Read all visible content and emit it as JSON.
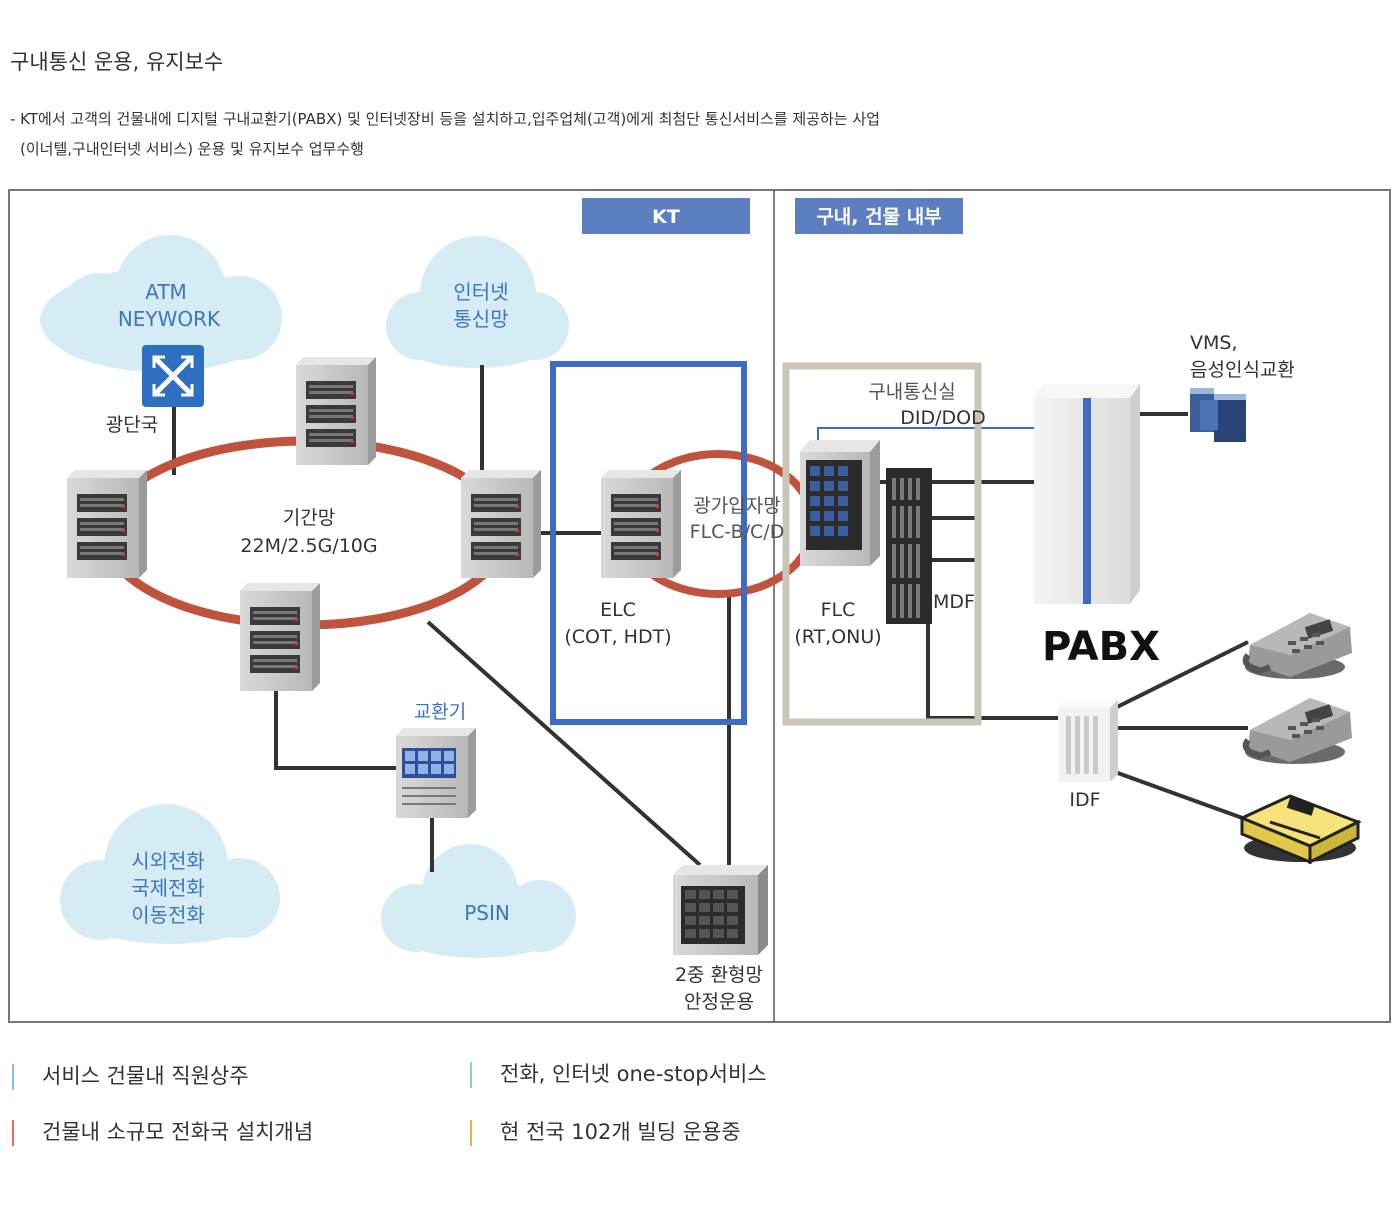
{
  "header": {
    "title": "구내통신 운용, 유지보수",
    "desc_line1": "- KT에서 고객의 건물내에 디지털 구내교환기(PABX) 및 인터넷장비 등을 설치하고,입주업체(고객)에게 최첨단 통신서비스를 제공하는 사업",
    "desc_line2": "(이너텔,구내인터넷 서비스) 운용 및 유지보수 업무수행"
  },
  "diagram": {
    "kt_banner": "KT",
    "building_banner": "구내, 건물 내부",
    "clouds": {
      "atm_line1": "ATM",
      "atm_line2": "NEYWORK",
      "internet_line1": "인터넷",
      "internet_line2": "통신망",
      "long_line1": "시외전화",
      "long_line2": "국제전화",
      "long_line3": "이동전화",
      "psin": "PSIN"
    },
    "labels": {
      "optical_office": "광단국",
      "backbone_line1": "기간망",
      "backbone_line2": "22M/2.5G/10G",
      "subscriber_line1": "광가입자망",
      "subscriber_line2": "FLC-B/C/D",
      "elc_line1": "ELC",
      "elc_line2": "(COT, HDT)",
      "exchange": "교환기",
      "dual_ring_line1": "2중 환형망",
      "dual_ring_line2": "안정운용",
      "comm_room": "구내통신실",
      "did_dod": "DID/DOD",
      "flc_line1": "FLC",
      "flc_line2": "(RT,ONU)",
      "mdf": "MDF",
      "pabx": "PABX",
      "vms_line1": "VMS,",
      "vms_line2": "음성인식교환",
      "idf": "IDF"
    },
    "colors": {
      "banner": "#5b7fc0",
      "ring": "#c0533d",
      "kt_box": "#3e6cc4",
      "room_box": "#c9c6b8",
      "cloud": "#d5ecf5",
      "cloud_text": "#3e74c0"
    }
  },
  "features": [
    {
      "text": "서비스 건물내 직원상주",
      "color": "#7fc0ea"
    },
    {
      "text": "전화, 인터넷 one-stop서비스",
      "color": "#8fd6b0"
    },
    {
      "text": "건물내 소규모 전화국 설치개념",
      "color": "#e07060"
    },
    {
      "text": "현 전국 102개 빌딩 운용중",
      "color": "#f0b050"
    }
  ]
}
